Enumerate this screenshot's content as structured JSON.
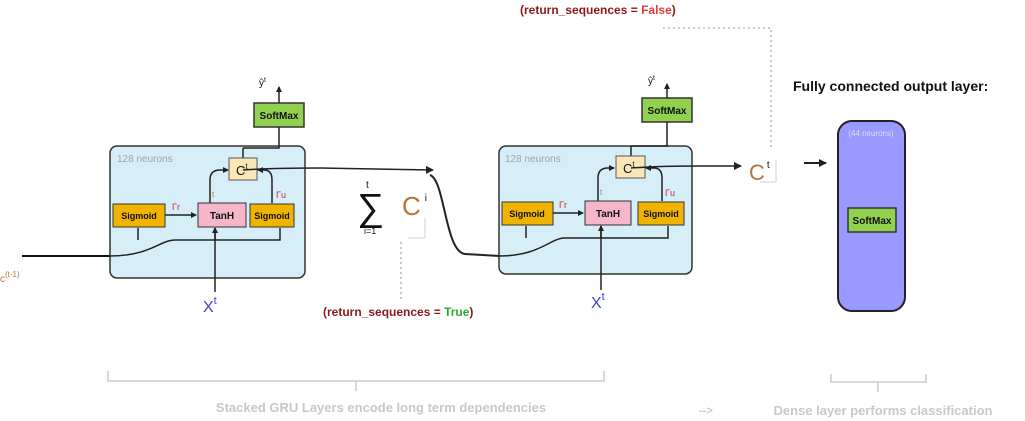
{
  "top_note": {
    "prefix": "(return_sequences = ",
    "value": "False",
    "suffix": ")"
  },
  "output_layer_title": "Fully connected output layer:",
  "gru_cell_1": {
    "neurons_label": "128 neurons",
    "sigmoid_r": "Sigmoid",
    "sigmoid_u": "Sigmoid",
    "tanh": "TanH",
    "softmax": "SoftMax",
    "state_base": "C",
    "state_sup": "t",
    "gate_r": "Γr",
    "gate_u": "Γu",
    "small_t": "t",
    "output_base": "ŷ",
    "output_sup": "t",
    "input_base": "X",
    "input_sup": "t"
  },
  "gru_cell_2": {
    "neurons_label": "128 neurons",
    "sigmoid_r": "Sigmoid",
    "sigmoid_u": "Sigmoid",
    "tanh": "TanH",
    "softmax": "SoftMax",
    "state_base": "C",
    "state_sup": "t",
    "gate_r": "Γr",
    "gate_u": "Γu",
    "small_t": "t",
    "output_base": "ŷ",
    "output_sup": "t",
    "input_base": "X",
    "input_sup": "t"
  },
  "prev_state": {
    "base": "c",
    "sup": "(t-1)"
  },
  "sum_term": {
    "sigma": "∑",
    "upper": "t",
    "lower": "i=1",
    "base": "C",
    "sup": "i"
  },
  "output_state": {
    "base": "C",
    "sup": "t"
  },
  "middle_note": {
    "prefix": "(return_sequences = ",
    "value": "True",
    "suffix": ")"
  },
  "dense_layer": {
    "neurons_label": "(44 neurons)",
    "softmax": "SoftMax"
  },
  "caption_stacked": "Stacked GRU Layers encode long term dependencies",
  "caption_arrow": "-->",
  "caption_dense": "Dense layer performs classification",
  "colors": {
    "cell_fill": "#d6eef8",
    "sigmoid_fill": "#f0b400",
    "tanh_fill": "#f4b6c8",
    "softmax_fill": "#92d050",
    "state_box_fill": "#fbe6b8",
    "dense_fill": "#9999ff",
    "note_dark_red": "#8b1a1a",
    "note_false_red": "#e03a3a",
    "note_true_green": "#2eaa2e",
    "state_brown": "#b8733b",
    "input_blue": "#3b47c9",
    "caption_gray": "#c8c8c8"
  }
}
